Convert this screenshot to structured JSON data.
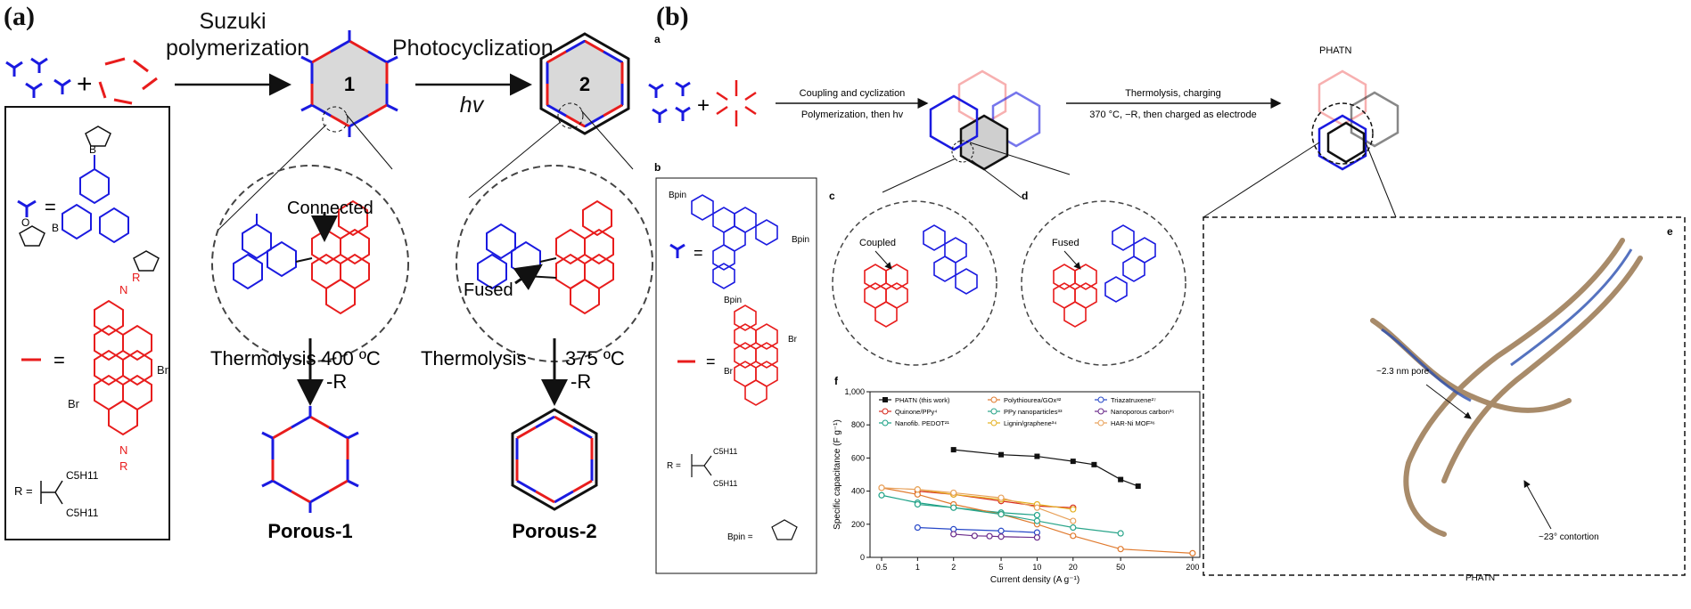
{
  "panel_a": {
    "label": "(a)",
    "step1_line1": "Suzuki",
    "step1_line2": "polymerization",
    "step2": "Photocyclization",
    "step2_sub": "hv",
    "hex1": "1",
    "hex2": "2",
    "connected": "Connected",
    "fused": "Fused",
    "thermo1": "Thermolysis",
    "temp1": "400 ºC",
    "minus_r1": "-R",
    "thermo2": "Thermolysis",
    "temp2": "375 ºC",
    "minus_r2": "-R",
    "porous1": "Porous-1",
    "porous2": "Porous-2",
    "legend": {
      "equals": "=",
      "r_label": "R =",
      "c5h11_top": "C5H11",
      "c5h11_bot": "C5H11",
      "br1": "Br",
      "br2": "Br",
      "n1": "N",
      "n2": "N",
      "r1": "R",
      "r2": "R",
      "b": "B",
      "o": "O"
    }
  },
  "panel_b": {
    "label": "(b)",
    "sub_a": "a",
    "sub_b": "b",
    "sub_c": "c",
    "sub_d": "d",
    "sub_e": "e",
    "sub_f": "f",
    "arrow1_top": "Coupling and cyclization",
    "arrow1_bottom": "Polymerization, then hv",
    "arrow2_top": "Thermolysis, charging",
    "arrow2_bottom": "370 °C, −R, then charged as electrode",
    "phatn_top": "PHATN",
    "phatn_bottom": "PHATN",
    "coupled": "Coupled",
    "fused": "Fused",
    "pore": "~2.3 nm pore",
    "contortion": "~23° contortion",
    "bpin_top": "Bpin",
    "bpin_right": "Bpin",
    "bpin_bottom": "Bpin",
    "bpin_eq": "Bpin =",
    "r_eq": "R =",
    "c5h11a": "C5H11",
    "c5h11b": "C5H11",
    "br_a": "Br",
    "br_b": "Br"
  },
  "chart_data": {
    "type": "line",
    "ylabel": "Specific capacitance (F g⁻¹)",
    "xlabel": "Current density (A g⁻¹)",
    "xscale": "log",
    "xlim": [
      0.4,
      230
    ],
    "ylim": [
      0,
      1000
    ],
    "xticks": [
      0.5,
      1,
      2,
      5,
      10,
      20,
      50,
      200
    ],
    "xtick_labels": [
      "0.5",
      "1",
      "2",
      "5",
      "10",
      "20",
      "50",
      "200"
    ],
    "yticks": [
      0,
      200,
      400,
      600,
      800,
      1000
    ],
    "ytick_labels": [
      "0",
      "200",
      "400",
      "600",
      "800",
      "1,000"
    ],
    "legend_position": "top",
    "series": [
      {
        "name": "PHATN (this work)",
        "color": "#111111",
        "marker": "square",
        "x": [
          2,
          5,
          10,
          20,
          30,
          50,
          70
        ],
        "y": [
          650,
          620,
          610,
          580,
          560,
          470,
          430
        ]
      },
      {
        "name": "Quinone/PPy⁴",
        "color": "#d62a1e",
        "marker": "circle",
        "x": [
          1,
          2,
          5,
          10,
          20
        ],
        "y": [
          400,
          380,
          340,
          310,
          300
        ]
      },
      {
        "name": "Nanofib. PEDOT²¹",
        "color": "#1aa085",
        "marker": "circle",
        "x": [
          0.5,
          1,
          2,
          5,
          10
        ],
        "y": [
          375,
          330,
          300,
          270,
          255
        ]
      },
      {
        "name": "Polythiourea/GOx³²",
        "color": "#e07a2e",
        "marker": "circle",
        "x": [
          0.5,
          1,
          2,
          5,
          10,
          20,
          50,
          200
        ],
        "y": [
          420,
          380,
          320,
          260,
          200,
          130,
          50,
          25
        ]
      },
      {
        "name": "PPy nanoparticles³³",
        "color": "#2aa58a",
        "marker": "circle",
        "x": [
          1,
          2,
          5,
          10,
          20,
          50
        ],
        "y": [
          320,
          300,
          260,
          220,
          180,
          145
        ]
      },
      {
        "name": "Lignin/graphene³⁴",
        "color": "#e4b020",
        "marker": "circle",
        "x": [
          1,
          2,
          5,
          10,
          20
        ],
        "y": [
          410,
          380,
          350,
          320,
          290
        ]
      },
      {
        "name": "Triazatruxene²⁷",
        "color": "#2647c8",
        "marker": "circle",
        "x": [
          1,
          2,
          5,
          10
        ],
        "y": [
          180,
          170,
          160,
          150
        ]
      },
      {
        "name": "Nanoporous carbon³⁵",
        "color": "#6a2a8a",
        "marker": "circle",
        "x": [
          2,
          3,
          4,
          5,
          10
        ],
        "y": [
          140,
          130,
          128,
          125,
          120
        ]
      },
      {
        "name": "HAR-Ni MOF³⁶",
        "color": "#e8a15a",
        "marker": "circle",
        "x": [
          0.5,
          1,
          2,
          5,
          10,
          20
        ],
        "y": [
          420,
          410,
          390,
          360,
          300,
          220
        ]
      }
    ]
  }
}
